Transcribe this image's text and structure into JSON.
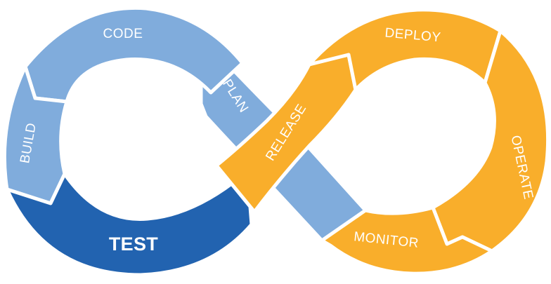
{
  "colors": {
    "plan_side": "#80acdc",
    "test": "#2263b0",
    "ops_side": "#f9ae2b"
  },
  "stages": {
    "code": "CODE",
    "build": "BUILD",
    "test": "TEST",
    "plan": "PLAN",
    "release": "RELEASE",
    "deploy": "DEPLOY",
    "operate": "OPERATE",
    "monitor": "MONITOR"
  }
}
